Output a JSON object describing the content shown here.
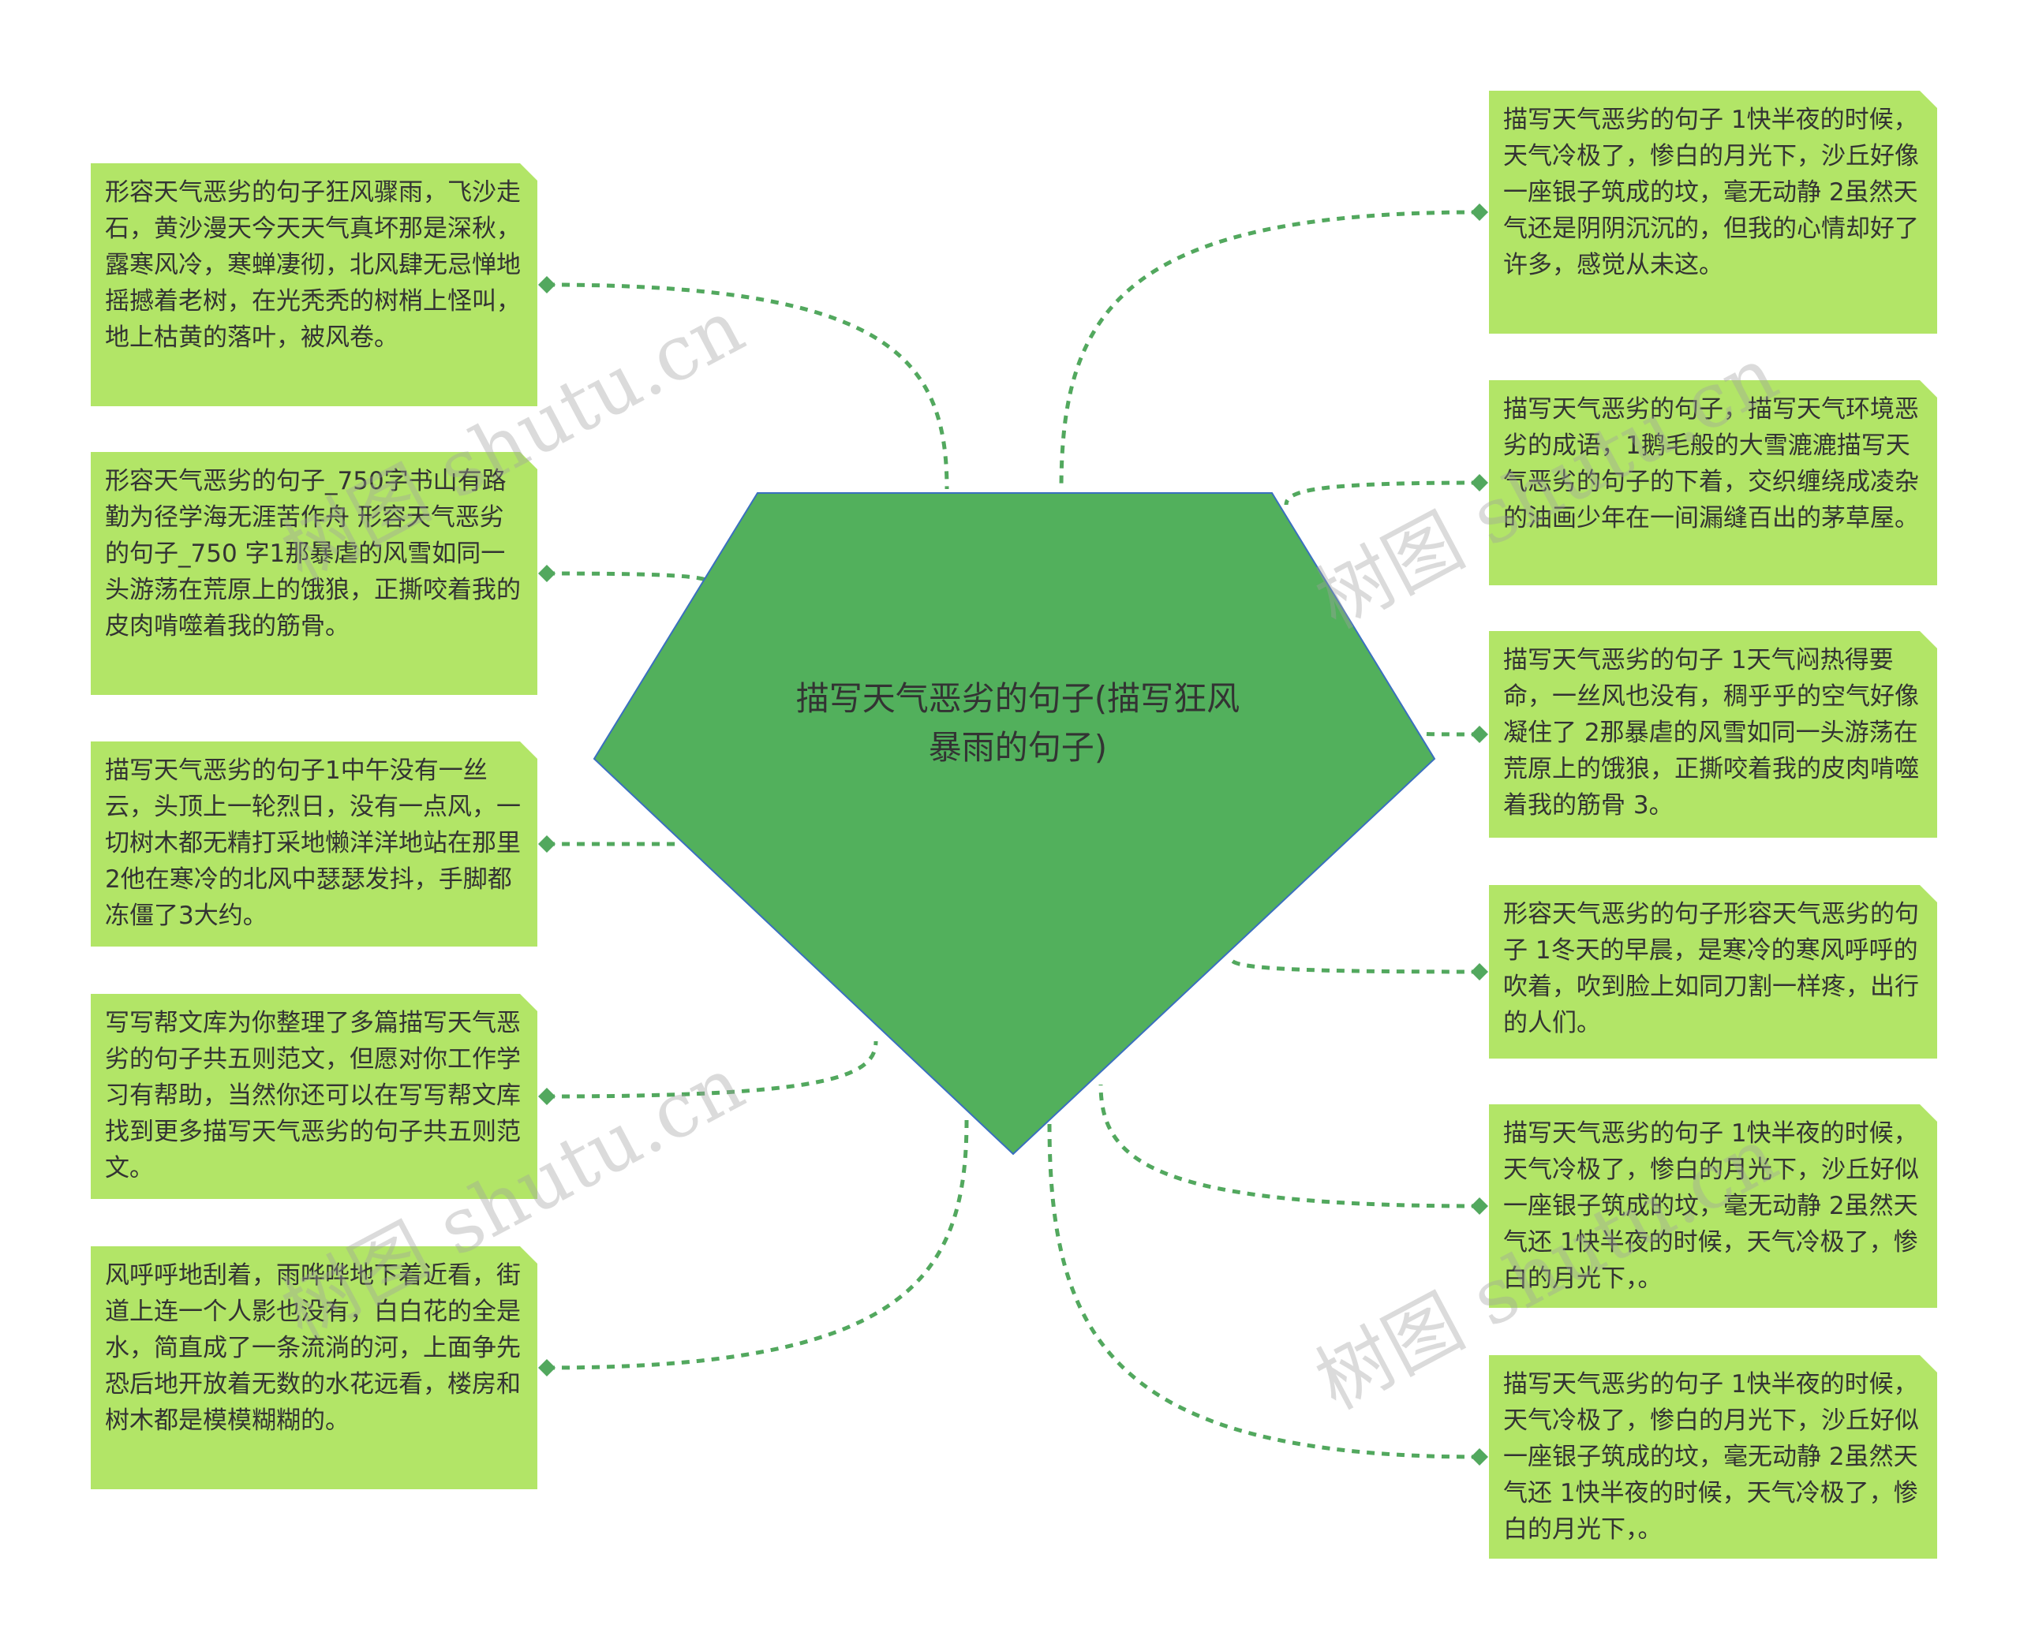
{
  "center": {
    "text": "描写天气恶劣的句子(描写狂风暴雨的句子)"
  },
  "left_nodes": [
    {
      "text": "形容天气恶劣的句子狂风骤雨，飞沙走石，黄沙漫天今天天气真坏那是深秋，露寒风冷，寒蝉凄彻，北风肆无忌惮地摇撼着老树，在光秃秃的树梢上怪叫，地上枯黄的落叶，被风卷。"
    },
    {
      "text": "形容天气恶劣的句子_750字书山有路勤为径学海无涯苦作舟 形容天气恶劣的句子_750 字1那暴虐的风雪如同一头游荡在荒原上的饿狼，正撕咬着我的 皮肉啃噬着我的筋骨。"
    },
    {
      "text": "描写天气恶劣的句子1中午没有一丝云，头顶上一轮烈日，没有一点风，一切树木都无精打采地懒洋洋地站在那里2他在寒冷的北风中瑟瑟发抖，手脚都冻僵了3大约。"
    },
    {
      "text": "写写帮文库为你整理了多篇描写天气恶劣的句子共五则范文，但愿对你工作学习有帮助，当然你还可以在写写帮文库找到更多描写天气恶劣的句子共五则范文。"
    },
    {
      "text": "风呼呼地刮着，雨哗哗地下着近看，街道上连一个人影也没有，白白花的全是水，简直成了一条流淌的河，上面争先恐后地开放着无数的水花远看，楼房和树木都是模模糊糊的。"
    }
  ],
  "right_nodes": [
    {
      "text": "描写天气恶劣的句子 1快半夜的时候，天气冷极了，惨白的月光下，沙丘好像一座银子筑成的坟，毫无动静 2虽然天气还是阴阴沉沉的，但我的心情却好了许多，感觉从未这。"
    },
    {
      "text": "描写天气恶劣的句子，描写天气环境恶劣的成语，1鹅毛般的大雪漉漉描写天气恶劣的句子的下着，交织缠绕成凌杂的油画少年在一间漏缝百出的茅草屋。"
    },
    {
      "text": "描写天气恶劣的句子 1天气闷热得要命，一丝风也没有，稠乎乎的空气好像凝住了 2那暴虐的风雪如同一头游荡在荒原上的饿狼，正撕咬着我的皮肉啃噬着我的筋骨 3。"
    },
    {
      "text": "形容天气恶劣的句子形容天气恶劣的句子 1冬天的早晨，是寒冷的寒风呼呼的吹着，吹到脸上如同刀割一样疼，出行的人们。"
    },
    {
      "text": "描写天气恶劣的句子 1快半夜的时候，天气冷极了，惨白的月光下，沙丘好似一座银子筑成的坟，毫无动静 2虽然天气还 1快半夜的时候，天气冷极了，惨白的月光下，。"
    },
    {
      "text": "描写天气恶劣的句子 1快半夜的时候，天气冷极了，惨白的月光下，沙丘好似一座银子筑成的坟，毫无动静 2虽然天气还 1快半夜的时候，天气冷极了，惨白的月光下，。"
    }
  ],
  "watermark": {
    "text": "树图 shutu.cn"
  },
  "colors": {
    "center_fill": "#52b05c",
    "center_stroke": "#3a6fbf",
    "node_fill": "#b2e567",
    "connector": "#52a85e",
    "text": "#333333"
  }
}
